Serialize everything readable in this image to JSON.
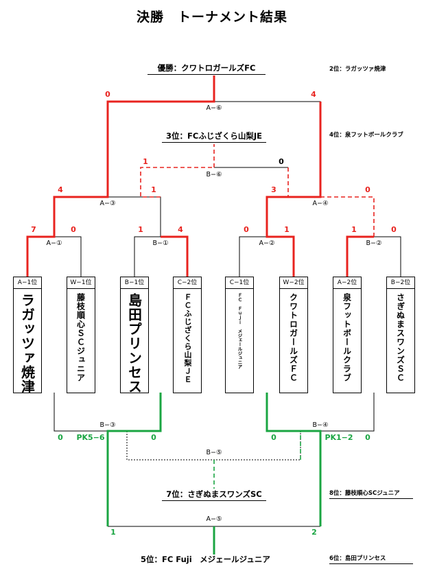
{
  "title": "決勝　トーナメント結果",
  "champion": "優勝：クワトロガールズFC",
  "second": "2位：ラガッツァ焼津",
  "third": "3位：FCふじざくら山梨JE",
  "fourth": "4位：泉フットボールクラブ",
  "fifth": "5位：FC Fuji　メジェールジュニア",
  "sixth": "6位：島田プリンセス",
  "seventh": "7位：さぎぬまスワンズSC",
  "eighth": "8位：藤枝順心SCジュニア",
  "colors": {
    "winner": "#e8231f",
    "lower": "#1aa542",
    "normal": "#000000"
  },
  "matches": {
    "a1": "A−①",
    "b1": "B−①",
    "a2": "A−②",
    "b2": "B−②",
    "a3": "A−③",
    "a4": "A−④",
    "a6": "A−⑥",
    "b6": "B−⑥",
    "b3": "B−③",
    "b4": "B−④",
    "b5": "B−⑤",
    "a5": "A−⑤"
  },
  "scores": {
    "final_left": "0",
    "final_right": "4",
    "third_left": "1",
    "third_right": "0",
    "a3_left": "4",
    "a3_right": "1",
    "a4_left": "3",
    "a4_right": "0",
    "a1_left": "7",
    "a1_right": "0",
    "b1_left": "1",
    "b1_right": "4",
    "a2_left": "0",
    "a2_right": "1",
    "b2_left": "1",
    "b2_right": "0",
    "b3_left": "0",
    "b3_pk": "PK5−6",
    "b3_right": "0",
    "b4_left": "0",
    "b4_pk": "PK1−2",
    "b4_right": "0",
    "a5_left": "1",
    "a5_right": "2"
  },
  "teams": [
    {
      "rank": "A−1位",
      "name": "ラガッツァ焼津"
    },
    {
      "rank": "W−1位",
      "name": "藤枝順心ＳＣジュニア"
    },
    {
      "rank": "B−1位",
      "name": "島田プリンセス"
    },
    {
      "rank": "C−2位",
      "name": "ＦＣふじざくら山梨ＪＥ"
    },
    {
      "rank": "C−1位",
      "name": "ＦＣ　Ｆｕｊｉ　メジェールジュニア"
    },
    {
      "rank": "W−2位",
      "name": "クワトロガールズＦＣ"
    },
    {
      "rank": "A−2位",
      "name": "泉フットボールクラブ"
    },
    {
      "rank": "B−2位",
      "name": "さぎぬまスワンズＳＣ"
    }
  ]
}
